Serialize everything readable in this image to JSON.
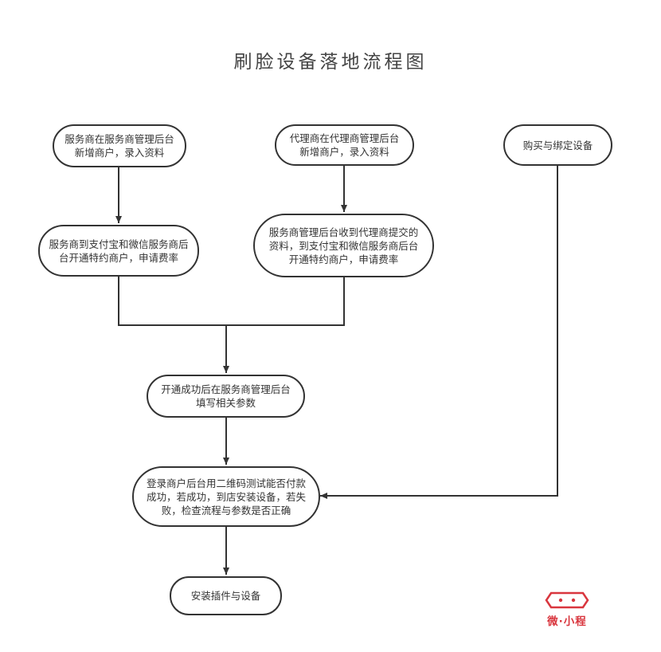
{
  "title": "刷脸设备落地流程图",
  "nodes": {
    "n1": "服务商在服务商管理后台\n新增商户，录入资料",
    "n2": "代理商在代理商管理后台\n新增商户，录入资料",
    "n3": "购买与绑定设备",
    "n4": "服务商到支付宝和微信服务商后\n台开通特约商户，申请费率",
    "n5": "服务商管理后台收到代理商提交的\n资料，到支付宝和微信服务商后台\n开通特约商户，申请费率",
    "n6": "开通成功后在服务商管理后台\n填写相关参数",
    "n7": "登录商户后台用二维码测试能否付款\n成功，若成功，到店安装设备，若失\n败，检查流程与参数是否正确",
    "n8": "安装插件与设备"
  },
  "logo": {
    "text": "微·小程",
    "color": "#d9363e"
  }
}
